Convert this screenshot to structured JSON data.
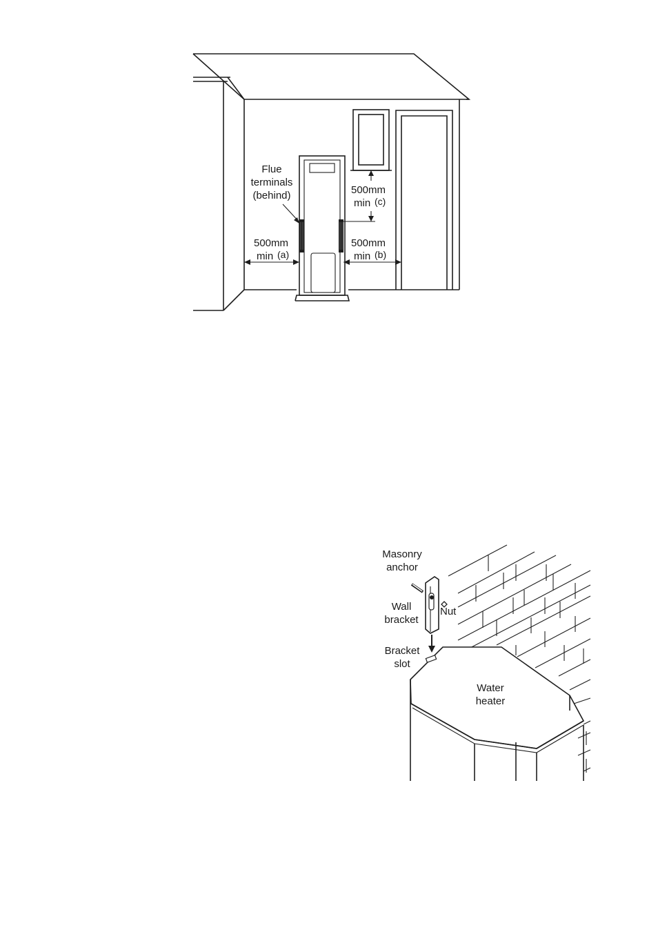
{
  "clearance_diagram": {
    "flue_label_line1": "Flue",
    "flue_label_line2": "terminals",
    "flue_label_line3": "(behind)",
    "left_dim_value": "500mm",
    "left_dim_min": "min",
    "left_dim_ref": "(a)",
    "right_dim_value": "500mm",
    "right_dim_min": "min",
    "right_dim_ref": "(b)",
    "top_dim_value": "500mm",
    "top_dim_min": "min",
    "top_dim_ref": "(c)"
  },
  "bracket_diagram": {
    "anchor_label_line1": "Masonry",
    "anchor_label_line2": "anchor",
    "bracket_label_line1": "Wall",
    "bracket_label_line2": "bracket",
    "nut_label": "Nut",
    "slot_label_line1": "Bracket",
    "slot_label_line2": "slot",
    "heater_label_line1": "Water",
    "heater_label_line2": "heater"
  }
}
